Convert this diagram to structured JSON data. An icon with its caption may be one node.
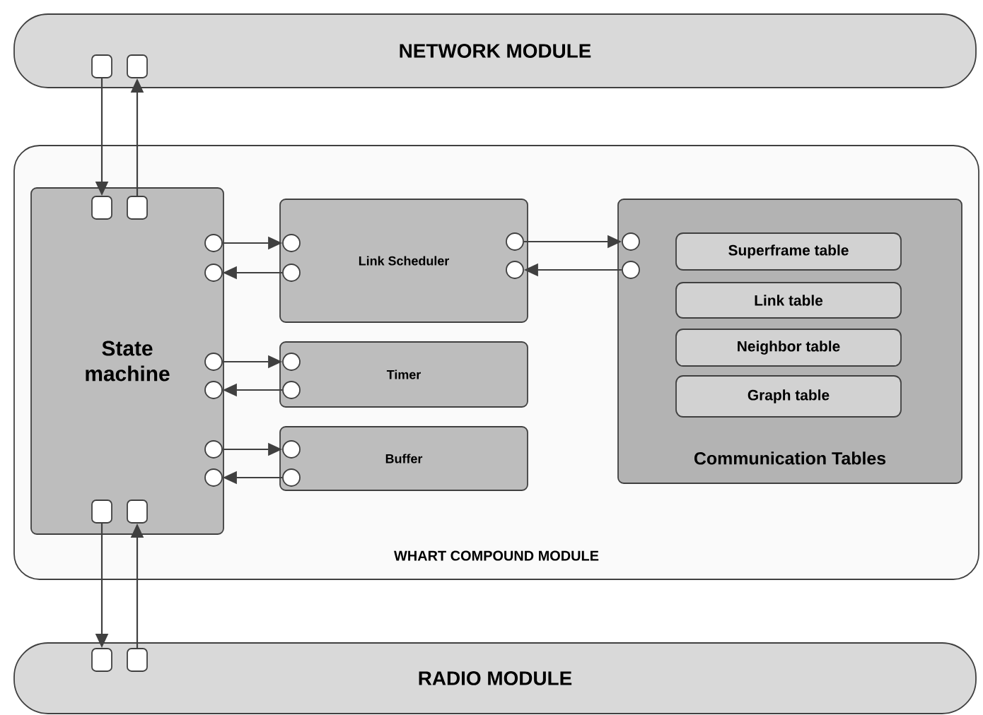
{
  "diagram": {
    "nodes": [
      {
        "text": [
          "NETWORK MODULE"
        ]
      },
      {
        "text": [],
        "shape": "box",
        "in": 0
      },
      {
        "text": [],
        "shape": "box",
        "in": 0
      },
      {
        "text": [
          "WHART COMPOUND MODULE"
        ]
      },
      {
        "text": [
          "State machine"
        ],
        "in": 3
      },
      {
        "text": [],
        "shape": "box",
        "in": 4
      },
      {
        "text": [],
        "shape": "box",
        "in": 4
      },
      {
        "text": [],
        "shape": "circle",
        "in": 4
      },
      {
        "text": [],
        "shape": "circle",
        "in": 4
      },
      {
        "text": [],
        "shape": "circle",
        "in": 4
      },
      {
        "text": [],
        "shape": "circle",
        "in": 4
      },
      {
        "text": [],
        "shape": "circle",
        "in": 4
      },
      {
        "text": [],
        "shape": "circle",
        "in": 4
      },
      {
        "text": [],
        "shape": "box",
        "in": 4
      },
      {
        "text": [],
        "shape": "box",
        "in": 4
      },
      {
        "text": [
          "Link Scheduler"
        ],
        "in": 3
      },
      {
        "text": [],
        "shape": "circle",
        "in": 15
      },
      {
        "text": [],
        "shape": "circle",
        "in": 15
      },
      {
        "text": [],
        "shape": "circle",
        "in": 15
      },
      {
        "text": [],
        "shape": "circle",
        "in": 15
      },
      {
        "text": [
          "Timer"
        ],
        "in": 3
      },
      {
        "text": [],
        "shape": "circle",
        "in": 20
      },
      {
        "text": [],
        "shape": "circle",
        "in": 20
      },
      {
        "text": [
          "Buffer"
        ],
        "in": 3
      },
      {
        "text": [],
        "shape": "circle",
        "in": 23
      },
      {
        "text": [],
        "shape": "circle",
        "in": 23
      },
      {
        "text": [
          "Communication Tables"
        ],
        "in": 3
      },
      {
        "text": [],
        "shape": "circle",
        "in": 26
      },
      {
        "text": [],
        "shape": "circle",
        "in": 26
      },
      {
        "text": [
          "Superframe table"
        ],
        "in": 26
      },
      {
        "text": [
          "Link table"
        ],
        "in": 26
      },
      {
        "text": [
          "Neighbor table"
        ],
        "in": 26
      },
      {
        "text": [
          "Graph table"
        ],
        "in": 26
      },
      {
        "text": [
          "RADIO MODULE"
        ]
      },
      {
        "text": [],
        "shape": "box",
        "in": 33
      },
      {
        "text": [],
        "shape": "box",
        "in": 33
      }
    ],
    "edges": [
      {
        "from": 1,
        "to": 5,
        "arrow": "to"
      },
      {
        "from": 6,
        "to": 2,
        "arrow": "to"
      },
      {
        "from": 7,
        "to": 16,
        "arrow": "to"
      },
      {
        "from": 17,
        "to": 8,
        "arrow": "to"
      },
      {
        "from": 18,
        "to": 27,
        "arrow": "to"
      },
      {
        "from": 28,
        "to": 19,
        "arrow": "to"
      },
      {
        "from": 9,
        "to": 21,
        "arrow": "to"
      },
      {
        "from": 22,
        "to": 10,
        "arrow": "to"
      },
      {
        "from": 11,
        "to": 24,
        "arrow": "to"
      },
      {
        "from": 25,
        "to": 12,
        "arrow": "to"
      },
      {
        "from": 13,
        "to": 34,
        "arrow": "to"
      },
      {
        "from": 35,
        "to": 14,
        "arrow": "to"
      }
    ]
  }
}
